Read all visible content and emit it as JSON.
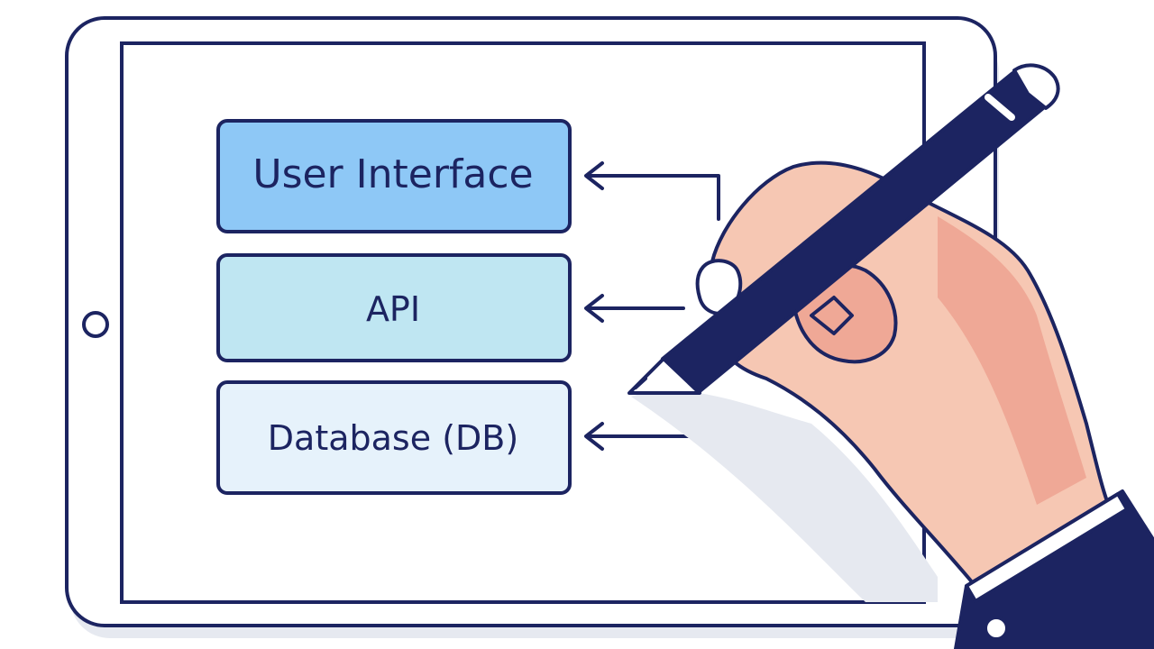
{
  "diagram": {
    "layers": [
      {
        "label": "User Interface",
        "fill": "#8ec8f6"
      },
      {
        "label": "API",
        "fill": "#bfe6f2"
      },
      {
        "label": "Database (DB)",
        "fill": "#e6f2fb"
      }
    ]
  },
  "colors": {
    "outline": "#1c2461",
    "skin": "#f6c7b3",
    "skin_shadow": "#efa896",
    "pen": "#1c2461",
    "sleeve": "#1c2461",
    "shadow": "#e6e9f0"
  },
  "icons": [
    "tablet-home-button-icon",
    "stylus-icon",
    "hand-icon",
    "arrow-left-icon"
  ]
}
